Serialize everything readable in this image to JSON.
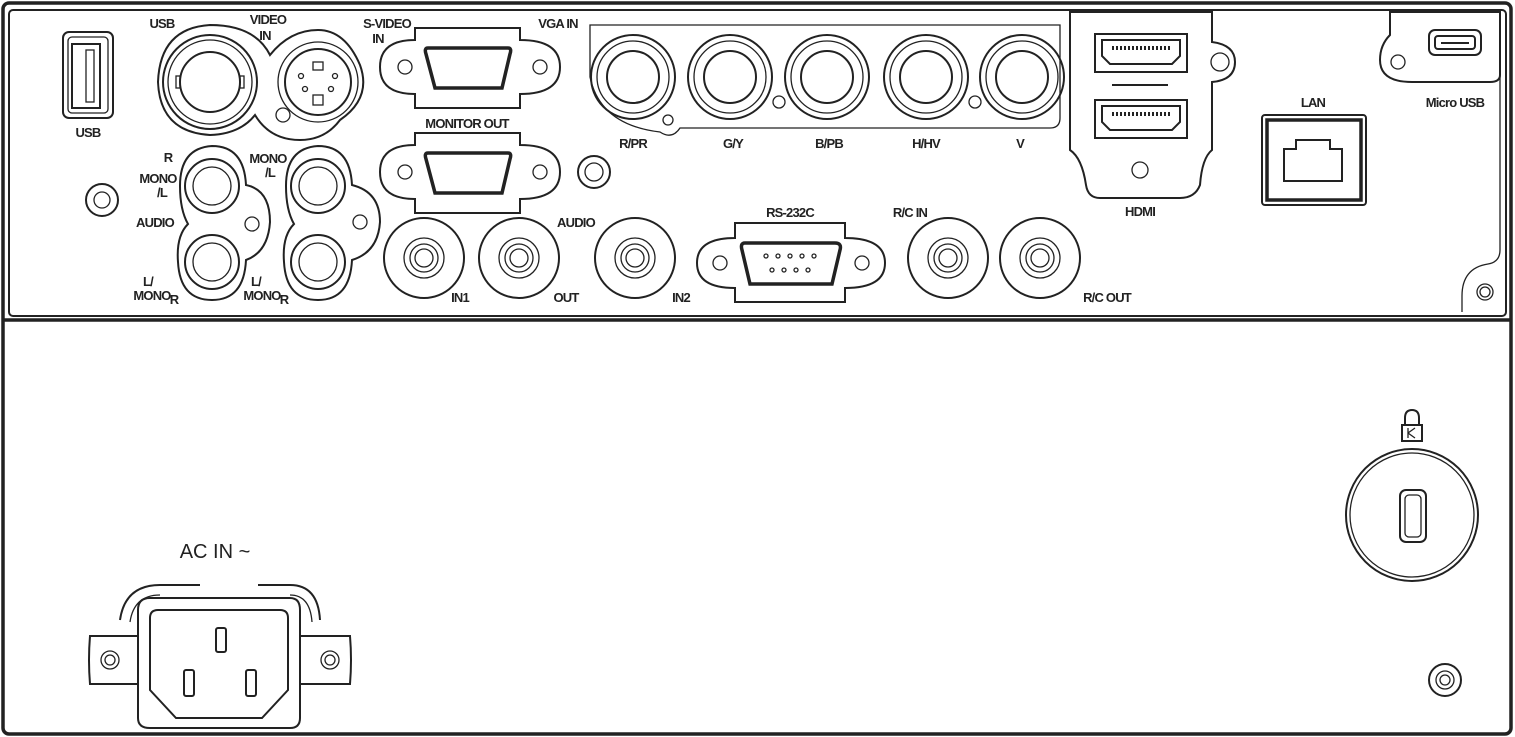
{
  "labels": {
    "usb_a": "USB",
    "usb_bnc": "USB",
    "video_in_1": "VIDEO",
    "video_in_2": "IN",
    "svideo_in_1": "S-VIDEO",
    "svideo_in_2": "IN",
    "vga_in": "VGA IN",
    "monitor_out": "MONITOR OUT",
    "r_pr": "R/PR",
    "g_y": "G/Y",
    "b_pb": "B/PB",
    "h_hv": "H/HV",
    "v": "V",
    "hdmi": "HDMI",
    "lan": "LAN",
    "micro_usb": "Micro USB",
    "audio1_r": "R",
    "audio1_mono_1": "MONO",
    "audio1_mono_2": "/L",
    "audio_left": "AUDIO",
    "audio1_l_1": "L/",
    "audio1_l_2": "MONO",
    "audio1_l_r": "R",
    "audio2_mono_1": "MONO",
    "audio2_mono_2": "/L",
    "audio2_l_1": "L/",
    "audio2_l_2": "MONO",
    "audio2_l_r": "R",
    "in1": "IN1",
    "out": "OUT",
    "audio_out": "AUDIO",
    "in2": "IN2",
    "rs232c": "RS-232C",
    "rc_in": "R/C IN",
    "rc_out": "R/C OUT",
    "ac_in": "AC IN ~"
  },
  "icons": {
    "kensington": "kensington-lock-icon"
  }
}
